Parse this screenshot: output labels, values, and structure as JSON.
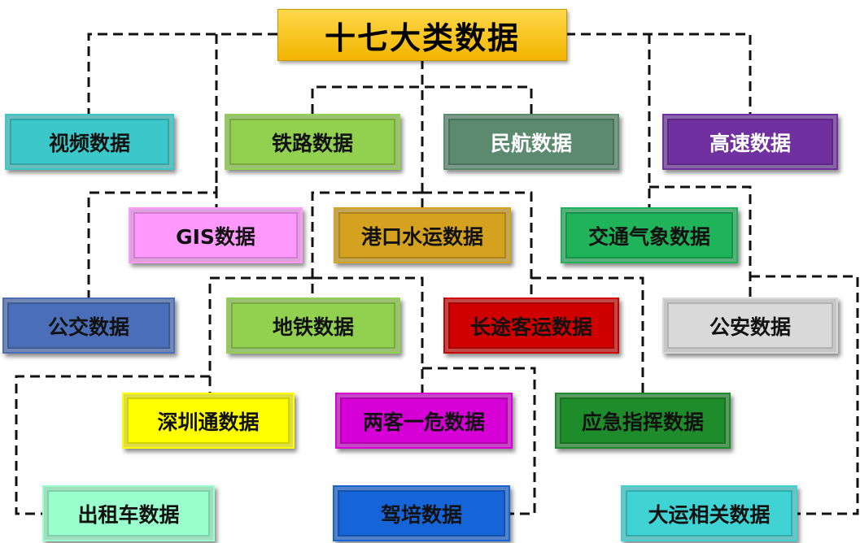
{
  "title": "十七大类数据",
  "nodes": [
    {
      "id": "video",
      "label": "视频数据",
      "color": "#3cc8c8"
    },
    {
      "id": "railway",
      "label": "铁路数据",
      "color": "#92d050"
    },
    {
      "id": "civil-aviation",
      "label": "民航数据",
      "color": "#5b8a6e"
    },
    {
      "id": "highway",
      "label": "高速数据",
      "color": "#7030a0"
    },
    {
      "id": "gis",
      "label": "GIS数据",
      "color": "#ff99ff"
    },
    {
      "id": "port-waterway",
      "label": "港口水运数据",
      "color": "#d4a21f"
    },
    {
      "id": "traffic-weather",
      "label": "交通气象数据",
      "color": "#1fb35a"
    },
    {
      "id": "bus",
      "label": "公交数据",
      "color": "#4a6fb8"
    },
    {
      "id": "metro",
      "label": "地铁数据",
      "color": "#92d050"
    },
    {
      "id": "long-distance-coach",
      "label": "长途客运数据",
      "color": "#d10000"
    },
    {
      "id": "public-security",
      "label": "公安数据",
      "color": "#d9d9d9"
    },
    {
      "id": "shenzhen-tong",
      "label": "深圳通数据",
      "color": "#ffff00"
    },
    {
      "id": "two-passenger-one-hazard",
      "label": "两客一危数据",
      "color": "#d600d6"
    },
    {
      "id": "emergency-command",
      "label": "应急指挥数据",
      "color": "#1e8c2a"
    },
    {
      "id": "taxi",
      "label": "出租车数据",
      "color": "#99ffcc"
    },
    {
      "id": "driving-training",
      "label": "驾培数据",
      "color": "#1565d8"
    },
    {
      "id": "universiade",
      "label": "大运相关数据",
      "color": "#3fd3d3"
    }
  ]
}
